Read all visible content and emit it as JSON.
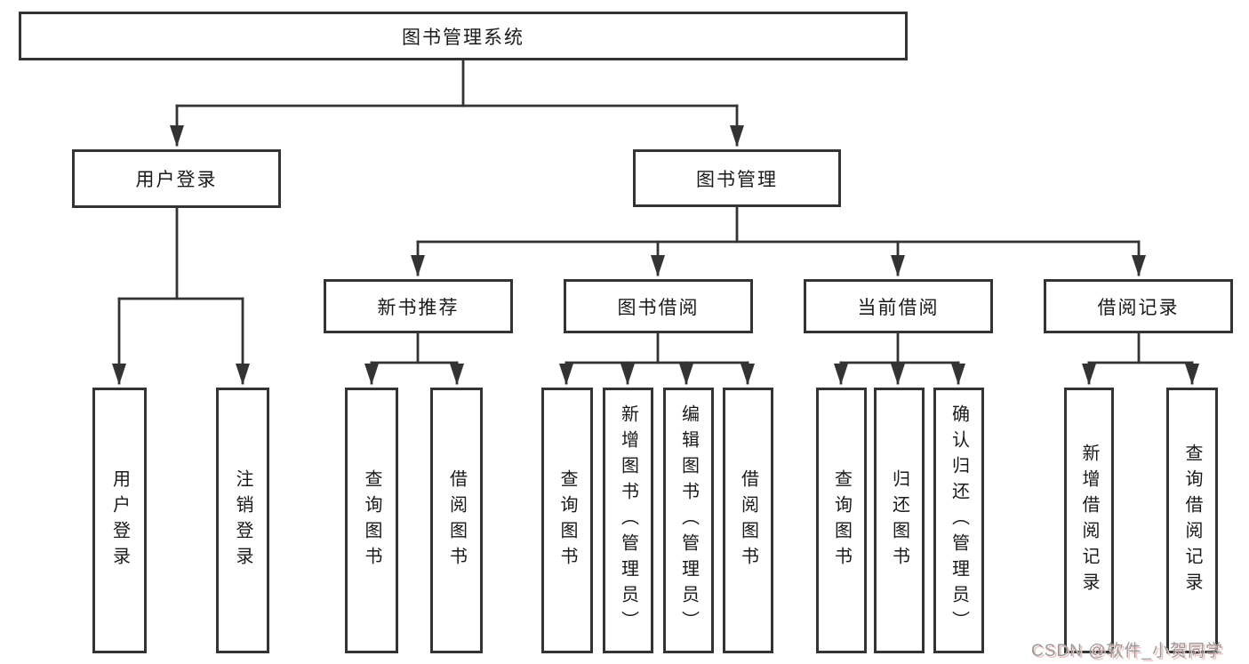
{
  "title": "图书管理系统",
  "colors": {
    "line": "#333333",
    "box_border": "#333333",
    "text": "#1a1a1a",
    "background": "#ffffff",
    "watermark_gray": "#9b9b9b",
    "watermark_shadow_pink": "#eec4c4"
  },
  "tree": {
    "root": {
      "label": "图书管理系统"
    },
    "branches": [
      {
        "label": "用户登录",
        "children": [
          {
            "label": "用户登录"
          },
          {
            "label": "注销登录"
          }
        ]
      },
      {
        "label": "图书管理",
        "sections": [
          {
            "label": "新书推荐",
            "children": [
              {
                "label": "查询图书"
              },
              {
                "label": "借阅图书"
              }
            ]
          },
          {
            "label": "图书借阅",
            "children": [
              {
                "label": "查询图书"
              },
              {
                "label": "新增图书（管理员）"
              },
              {
                "label": "编辑图书（管理员）"
              },
              {
                "label": "借阅图书"
              }
            ]
          },
          {
            "label": "当前借阅",
            "children": [
              {
                "label": "查询图书"
              },
              {
                "label": "归还图书"
              },
              {
                "label": "确认归还（管理员）"
              }
            ]
          },
          {
            "label": "借阅记录",
            "children": [
              {
                "label": "新增借阅记录"
              },
              {
                "label": "查询借阅记录"
              }
            ]
          }
        ]
      }
    ]
  },
  "watermark": {
    "text": "CSDN @软件_小贺同学"
  }
}
